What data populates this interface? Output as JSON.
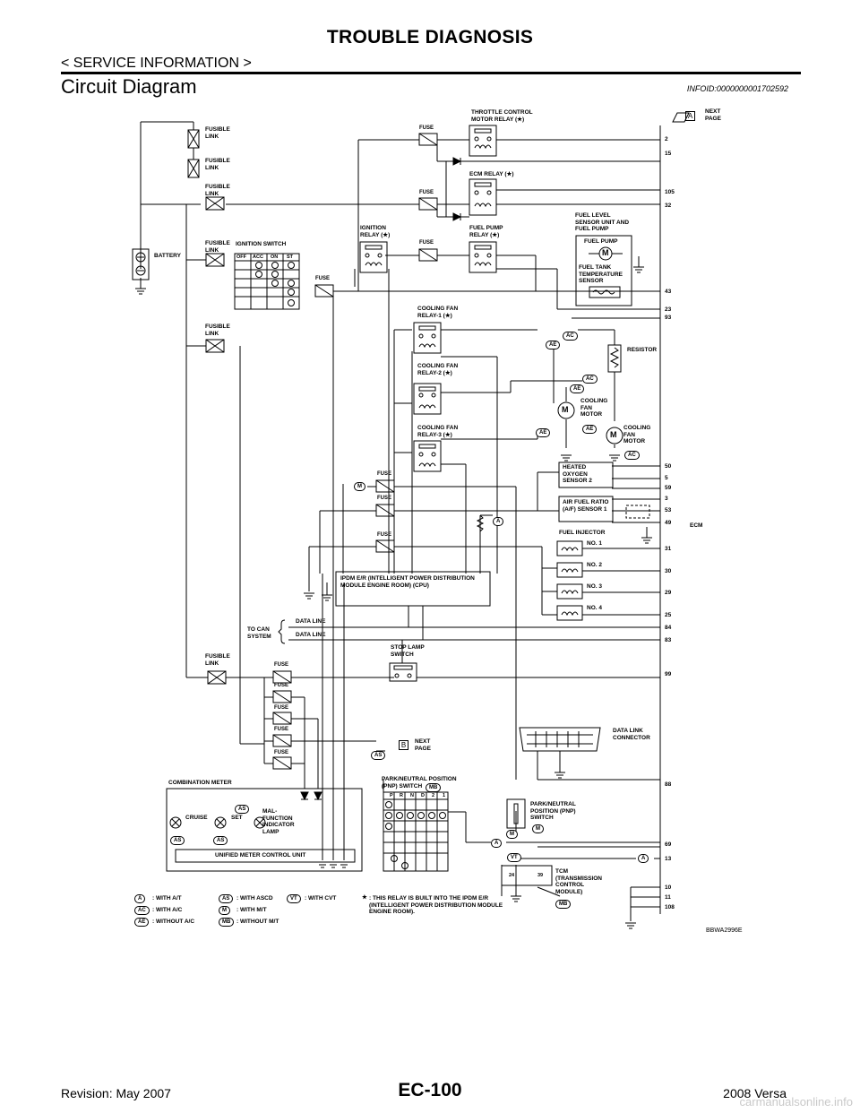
{
  "header": {
    "title": "TROUBLE DIAGNOSIS",
    "subtitle": "< SERVICE INFORMATION >"
  },
  "section": {
    "title": "Circuit Diagram",
    "info_id": "INFOID:0000000001702592"
  },
  "figure_code": "BBWA2996E",
  "footer": {
    "page": "EC-100",
    "revision": "Revision: May 2007",
    "model": "2008 Versa",
    "watermark": "carmanualsonline.info"
  },
  "components": {
    "fusible_link": "FUSIBLE LINK",
    "battery": "BATTERY",
    "ignition_switch": "IGNITION SWITCH",
    "ign_positions": [
      "OFF",
      "ACC",
      "ON",
      "ST"
    ],
    "fuse": "FUSE",
    "throttle_relay": "THROTTLE CONTROL MOTOR RELAY (★)",
    "ecm_relay": "ECM RELAY (★)",
    "ignition_relay": "IGNITION RELAY (★)",
    "fuel_pump_relay": "FUEL PUMP RELAY (★)",
    "fuel_level_unit": "FUEL LEVEL SENSOR UNIT AND FUEL PUMP",
    "fuel_pump": "FUEL PUMP",
    "fuel_tank_temp": "FUEL TANK TEMPERATURE SENSOR",
    "cfan_relay1": "COOLING FAN RELAY-1 (★)",
    "cfan_relay2": "COOLING FAN RELAY-2 (★)",
    "cfan_relay3": "COOLING FAN RELAY-3 (★)",
    "resistor": "RESISTOR",
    "cooling_fan_motor": "COOLING FAN MOTOR",
    "heated_o2": "HEATED OXYGEN SENSOR 2",
    "af_sensor": "AIR FUEL RATIO (A/F) SENSOR 1",
    "fuel_injector": "FUEL INJECTOR",
    "injectors": [
      "NO. 1",
      "NO. 2",
      "NO. 3",
      "NO. 4"
    ],
    "ipdm": "IPDM E/R (INTELLIGENT POWER DISTRIBUTION MODULE ENGINE ROOM) (CPU)",
    "to_can": "TO CAN SYSTEM",
    "data_line": "DATA LINE",
    "stop_lamp": "STOP LAMP SWITCH",
    "dlc": "DATA LINK CONNECTOR",
    "next_page": "NEXT PAGE",
    "combination_meter": "COMBINATION METER",
    "cruise": "CRUISE",
    "set": "SET",
    "mil": "MAL- FUNCTION INDICATOR LAMP",
    "umcu": "UNIFIED METER CONTROL UNIT",
    "pnp_switch_at": "PARK/NEUTRAL POSITION (PNP) SWITCH",
    "pnp_positions": [
      "P",
      "R",
      "N",
      "D",
      "2",
      "1"
    ],
    "pnp_switch_mt": "PARK/NEUTRAL POSITION (PNP) SWITCH",
    "tcm": "TCM (TRANSMISSION CONTROL MODULE)",
    "tcm_pins": [
      "24",
      "39"
    ],
    "ecm": "ECM",
    "motor_symbol": "M"
  },
  "ecm_terminals": [
    "2",
    "15",
    "105",
    "32",
    "43",
    "23",
    "93",
    "50",
    "5",
    "59",
    "3",
    "53",
    "49",
    "31",
    "30",
    "29",
    "25",
    "84",
    "83",
    "99",
    "88",
    "69",
    "13",
    "10",
    "11",
    "108"
  ],
  "legend": [
    {
      "code": "A",
      "text": ": WITH A/T"
    },
    {
      "code": "AC",
      "text": ": WITH A/C"
    },
    {
      "code": "AE",
      "text": ": WITHOUT A/C"
    },
    {
      "code": "AS",
      "text": ": WITH ASCD"
    },
    {
      "code": "M",
      "text": ": WITH M/T"
    },
    {
      "code": "MB",
      "text": ": WITHOUT M/T"
    },
    {
      "code": "VT",
      "text": ": WITH CVT"
    }
  ],
  "relay_note": ": THIS RELAY IS BUILT INTO THE IPDM E/R (INTELLIGENT POWER DISTRIBUTION MODULE ENGINE ROOM).",
  "relay_note_lines": [
    ": THIS RELAY IS BUILT INTO THE IPDM E/R",
    "(INTELLIGENT POWER DISTRIBUTION",
    "MODULE ENGINE ROOM)."
  ]
}
